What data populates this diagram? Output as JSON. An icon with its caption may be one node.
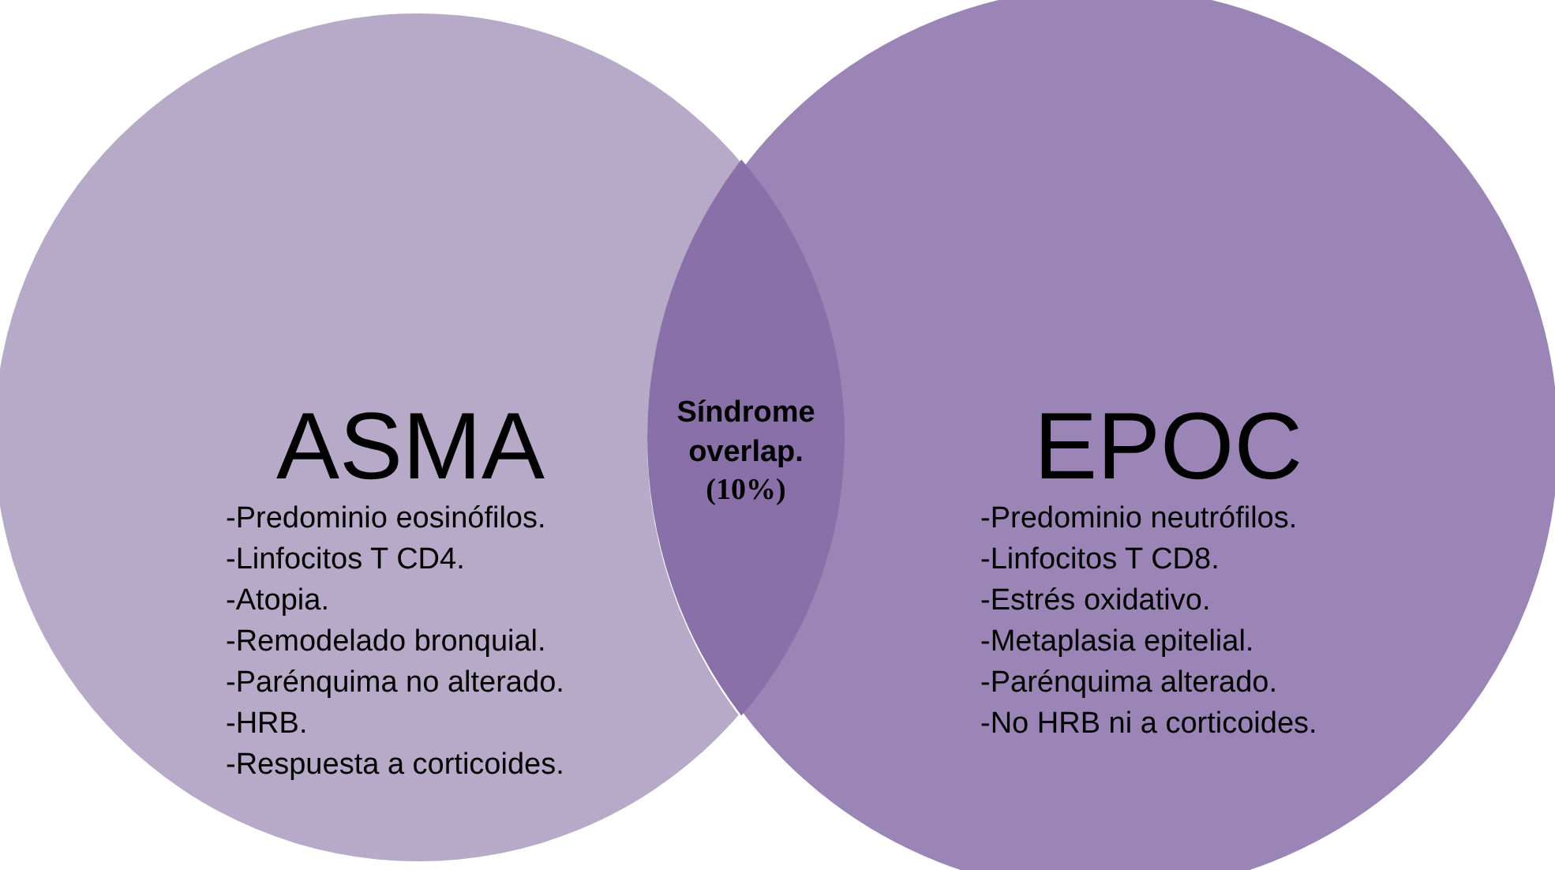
{
  "diagram": {
    "nodes": [
      {
        "text": [
          "ASMA",
          "-Predominio eosinófilos.",
          "-Linfocitos T CD4.",
          "-Atopia.",
          "-Remodelado bronquial.",
          "-Parénquima no alterado.",
          "-HRB.",
          "-Respuesta a corticoides."
        ]
      },
      {
        "text": [
          "EPOC",
          "-Predominio neutrófilos.",
          "-Linfocitos T CD8.",
          "-Estrés oxidativo.",
          "-Metaplasia epitelial.",
          "-Parénquima alterado.",
          "-No HRB ni a corticoides."
        ]
      },
      {
        "text": [
          "Síndrome overlap.",
          "(10%)"
        ]
      }
    ]
  }
}
